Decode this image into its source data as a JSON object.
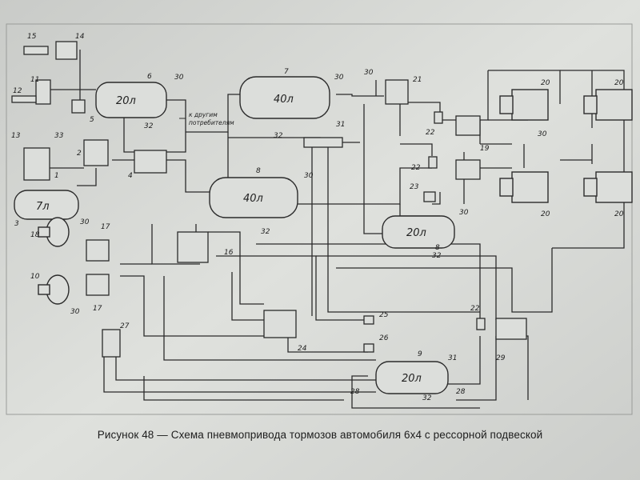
{
  "caption": "Рисунок 48 — Схема пневмопривода тормозов автомобиля 6x4 с рессорной подвеской",
  "annotation": {
    "line1": "к другим",
    "line2": "потребителям"
  },
  "tanks": [
    {
      "id": "3",
      "volume": "7л"
    },
    {
      "id": "6",
      "volume": "20л"
    },
    {
      "id": "7",
      "volume": "40л"
    },
    {
      "id": "8",
      "volume": "40л"
    },
    {
      "id": "8",
      "volume": "20л"
    },
    {
      "id": "9",
      "volume": "20л"
    }
  ],
  "labels": [
    "1",
    "2",
    "3",
    "4",
    "5",
    "6",
    "7",
    "8",
    "9",
    "10",
    "11",
    "12",
    "13",
    "14",
    "15",
    "16",
    "17",
    "18",
    "19",
    "20",
    "21",
    "22",
    "23",
    "24",
    "25",
    "26",
    "27",
    "28",
    "29",
    "30",
    "31",
    "32",
    "33"
  ],
  "colors": {
    "paper": "#d9dbd7",
    "ink": "#2b2b2b",
    "frame": "#888a87"
  }
}
